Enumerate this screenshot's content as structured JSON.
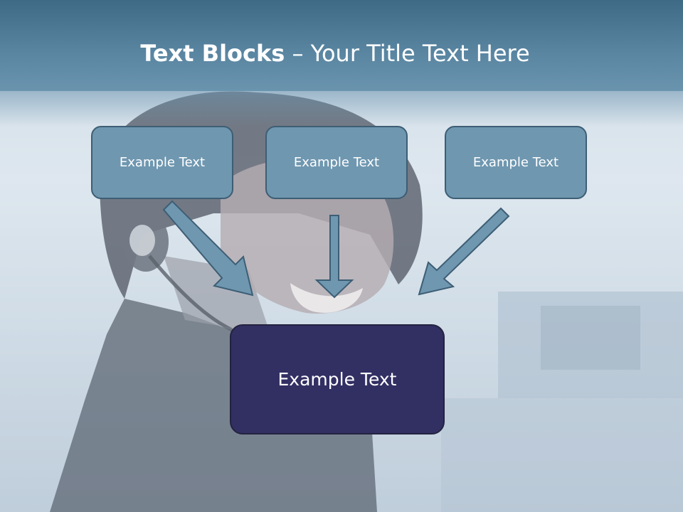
{
  "title": {
    "bold": "Text Blocks",
    "separator": " – ",
    "rest": "Your Title Text Here"
  },
  "blocks": {
    "top": [
      "Example Text",
      "Example Text",
      "Example Text"
    ],
    "bottom": "Example Text"
  },
  "colors": {
    "header": "#5a86a2",
    "top_box_fill": "#6f97b0",
    "top_box_border": "#3d5e74",
    "bottom_box_fill": "#322f63",
    "arrow_fill": "#6f97b0"
  }
}
